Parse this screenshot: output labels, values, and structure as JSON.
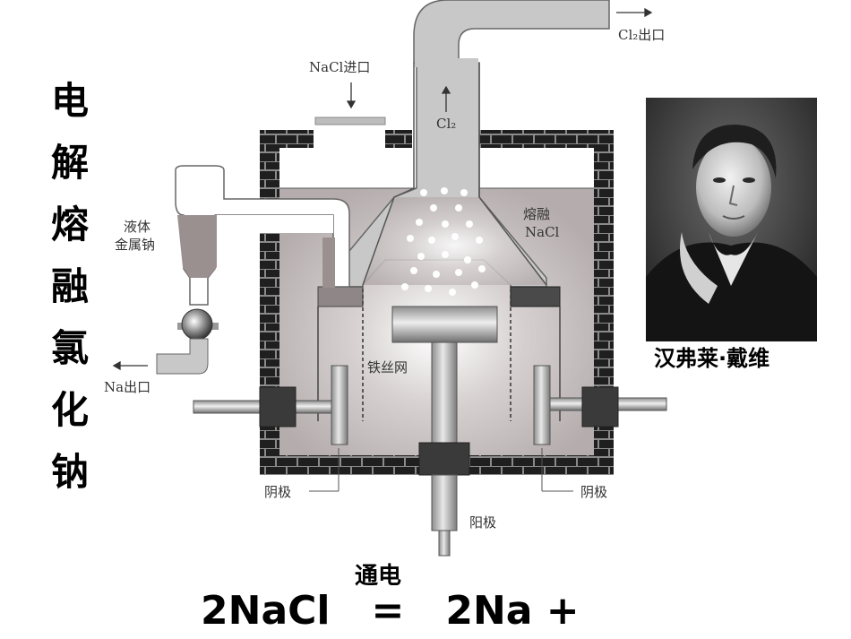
{
  "title_chars": [
    "电",
    "解",
    "熔",
    "融",
    "氯",
    "化",
    "钠"
  ],
  "labels": {
    "nacl_inlet": "NaCl进口",
    "cl2_outlet": "Cl₂出口",
    "cl2": "Cl₂",
    "liquid_na_line1": "液体",
    "liquid_na_line2": "金属钠",
    "molten_line1": "熔融",
    "molten_line2": "NaCl",
    "na_outlet": "Na出口",
    "iron_mesh": "铁丝网",
    "cathode_left": "阴极",
    "cathode_right": "阴极",
    "anode": "阳极"
  },
  "portrait_caption": "汉弗莱·戴维",
  "equation": {
    "left": "2NaCl",
    "equals": "=",
    "right": "2Na +",
    "condition": "通电"
  },
  "colors": {
    "brick": "#1f1f1f",
    "mortar": "#8a8a8a",
    "molten_fill": "#bdb6b6",
    "pipe_fill": "#c8c8c8",
    "liquid_na": "#9b9090"
  }
}
